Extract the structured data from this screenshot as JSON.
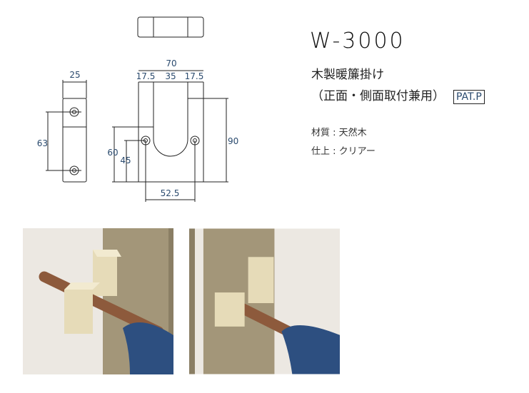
{
  "product": {
    "model": "W-3000",
    "name": "木製暖簾掛け",
    "usage": "（正面・側面取付兼用）",
    "patent_badge": "PAT.P",
    "material": "材質 : 天然木",
    "finish": "仕上 : クリアー"
  },
  "dimensions": {
    "side_width": "25",
    "hole_pitch_side": "63",
    "total_width": "70",
    "left_arm": "17.5",
    "slot": "35",
    "right_arm": "17.5",
    "total_height": "90",
    "short_height": "60",
    "hole_height": "45",
    "hole_pitch_front": "52.5"
  }
}
